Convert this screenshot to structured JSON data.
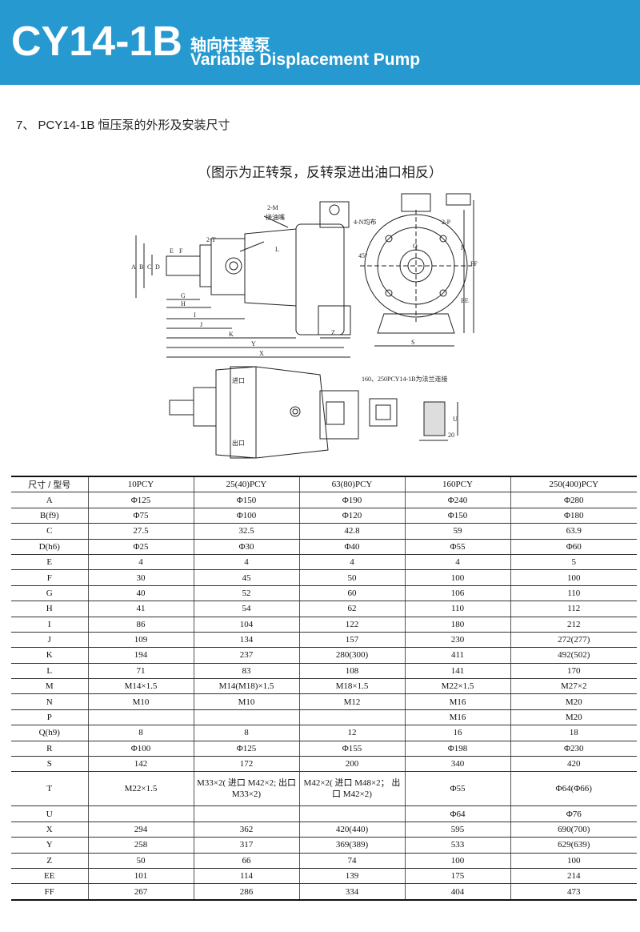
{
  "banner": {
    "model": "CY14-1B",
    "title_cn": "轴向柱塞泵",
    "title_en": "Variable Displacement Pump",
    "bg_color": "#2699d0"
  },
  "section_title": "7、 PCY14-1B 恒压泵的外形及安装尺寸",
  "caption": "（图示为正转泵，反转泵进出油口相反）",
  "drawing": {
    "labels": {
      "m2": "2-M",
      "oil_nozzle": "接油嘴",
      "t2": "2-T",
      "n4": "4-N均布",
      "p2": "2-P",
      "angle": "45°",
      "A": "A",
      "B": "B",
      "C": "C",
      "D": "D",
      "E": "E",
      "F": "F",
      "G": "G",
      "H": "H",
      "I": "I",
      "J": "J",
      "K": "K",
      "L": "L",
      "Y": "Y",
      "X": "X",
      "Z": "Z",
      "R": "R",
      "FF": "FF",
      "EE": "EE",
      "S": "S",
      "U": "U",
      "Q": "Q",
      "inlet": "进口",
      "outlet": "出口",
      "flange_note": "160、250PCY14-1B为法兰连接",
      "dim20": "20"
    }
  },
  "table": {
    "header": [
      "尺寸 / 型号",
      "10PCY",
      "25(40)PCY",
      "63(80)PCY",
      "160PCY",
      "250(400)PCY"
    ],
    "rows": [
      [
        "A",
        "Φ125",
        "Φ150",
        "Φ190",
        "Φ240",
        "Φ280"
      ],
      [
        "B(f9)",
        "Φ75",
        "Φ100",
        "Φ120",
        "Φ150",
        "Φ180"
      ],
      [
        "C",
        "27.5",
        "32.5",
        "42.8",
        "59",
        "63.9"
      ],
      [
        "D(h6)",
        "Φ25",
        "Φ30",
        "Φ40",
        "Φ55",
        "Φ60"
      ],
      [
        "E",
        "4",
        "4",
        "4",
        "4",
        "5"
      ],
      [
        "F",
        "30",
        "45",
        "50",
        "100",
        "100"
      ],
      [
        "G",
        "40",
        "52",
        "60",
        "106",
        "110"
      ],
      [
        "H",
        "41",
        "54",
        "62",
        "110",
        "112"
      ],
      [
        "I",
        "86",
        "104",
        "122",
        "180",
        "212"
      ],
      [
        "J",
        "109",
        "134",
        "157",
        "230",
        "272(277)"
      ],
      [
        "K",
        "194",
        "237",
        "280(300)",
        "411",
        "492(502)"
      ],
      [
        "L",
        "71",
        "83",
        "108",
        "141",
        "170"
      ],
      [
        "M",
        "M14×1.5",
        "M14(M18)×1.5",
        "M18×1.5",
        "M22×1.5",
        "M27×2"
      ],
      [
        "N",
        "M10",
        "M10",
        "M12",
        "M16",
        "M20"
      ],
      [
        "P",
        "",
        "",
        "",
        "M16",
        "M20"
      ],
      [
        "Q(h9)",
        "8",
        "8",
        "12",
        "16",
        "18"
      ],
      [
        "R",
        "Φ100",
        "Φ125",
        "Φ155",
        "Φ198",
        "Φ230"
      ],
      [
        "S",
        "142",
        "172",
        "200",
        "340",
        "420"
      ],
      [
        "T",
        "M22×1.5",
        "M33×2( 进口 M42×2; 出口 M33×2)",
        "M42×2( 进口 M48×2； 出口 M42×2)",
        "Φ55",
        "Φ64(Φ66)"
      ],
      [
        "U",
        "",
        "",
        "",
        "Φ64",
        "Φ76"
      ],
      [
        "X",
        "294",
        "362",
        "420(440)",
        "595",
        "690(700)"
      ],
      [
        "Y",
        "258",
        "317",
        "369(389)",
        "533",
        "629(639)"
      ],
      [
        "Z",
        "50",
        "66",
        "74",
        "100",
        "100"
      ],
      [
        "EE",
        "101",
        "114",
        "139",
        "175",
        "214"
      ],
      [
        "FF",
        "267",
        "286",
        "334",
        "404",
        "473"
      ]
    ]
  }
}
